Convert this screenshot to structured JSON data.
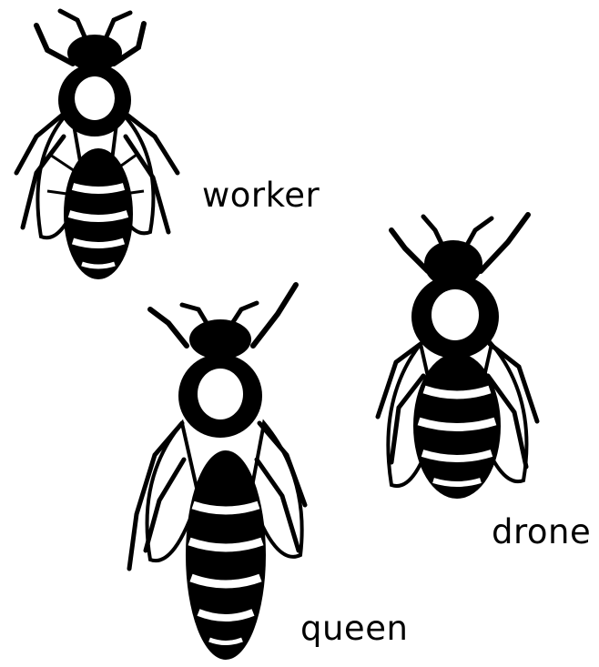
{
  "diagram": {
    "title": "",
    "ink_color": "#000000",
    "paper_color": "#ffffff",
    "bees": [
      {
        "id": "worker",
        "label": "worker"
      },
      {
        "id": "drone",
        "label": "drone"
      },
      {
        "id": "queen",
        "label": "queen"
      }
    ]
  }
}
